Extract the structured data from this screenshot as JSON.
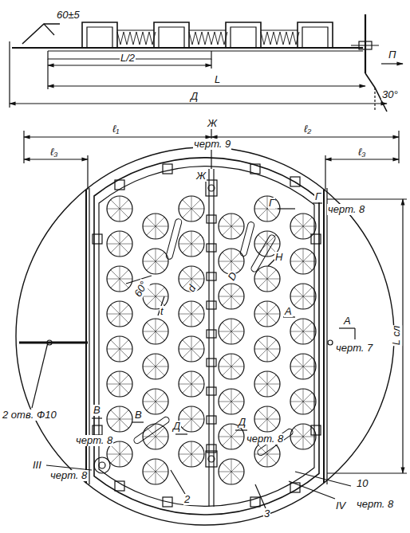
{
  "diagram": {
    "labels": [
      "60±5",
      "L/2",
      "L",
      "Д",
      "30°",
      "П",
      "ℓ₁",
      "ℓ₂",
      "ℓ₃",
      "ℓ₃",
      "Ж",
      "черт. 9",
      "Ж",
      "Г",
      "Г",
      "черт. 8",
      "H",
      "d",
      "D",
      "60°",
      "t",
      "A",
      "A",
      "черт. 7",
      "L сл",
      "2 отв. Ф10",
      "В",
      "В",
      "черт. 8",
      "Д",
      "Д",
      "черт. 8",
      "III",
      "черт. 8",
      "IV",
      "черт. 8",
      "10",
      "2",
      "3"
    ]
  }
}
